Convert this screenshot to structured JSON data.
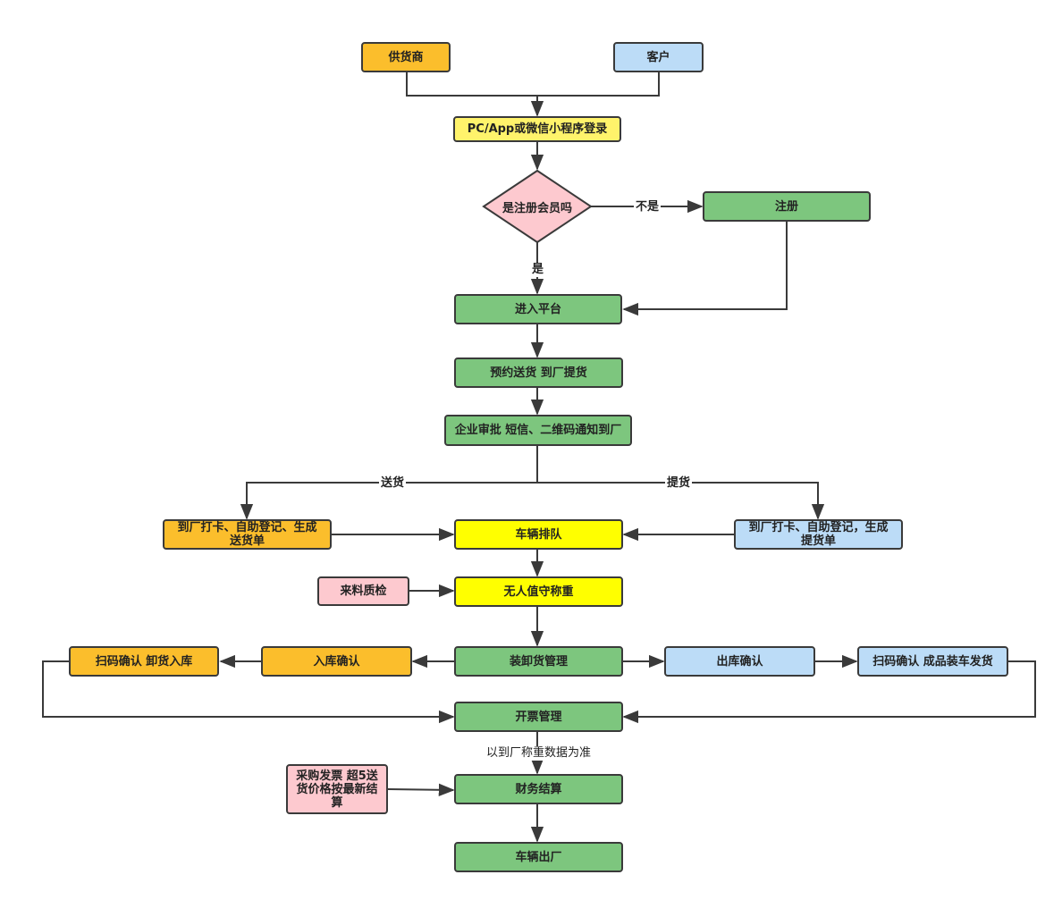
{
  "nodes": {
    "supplier": "供货商",
    "customer": "客户",
    "login": "PC/App或微信小程序登录",
    "is_member": "是注册会员吗",
    "register": "注册",
    "enter_platform": "进入平台",
    "reserve": "预约送货 到厂提货",
    "approve": "企业审批 短信、二维码通知到厂",
    "arrive_delivery": "到厂打卡、自助登记、生成送货单",
    "queue": "车辆排队",
    "arrive_pickup": "到厂打卡、自助登记，生成提货单",
    "material_qc": "来料质检",
    "weighing": "无人值守称重",
    "scan_unload": "扫码确认 卸货入库",
    "inbound_confirm": "入库确认",
    "load_unload_mgmt": "装卸货管理",
    "outbound_confirm": "出库确认",
    "scan_load": "扫码确认 成品装车发货",
    "invoice_mgmt": "开票管理",
    "purchase_invoice": "采购发票 超5送货价格按最新结算",
    "finance_settlement": "财务结算",
    "vehicle_exit": "车辆出厂"
  },
  "edge_labels": {
    "no": "不是",
    "yes": "是",
    "delivery": "送货",
    "pickup": "提货",
    "weight_basis": "以到厂称重数据为准"
  },
  "colors": {
    "orange": "#fbbe2c",
    "blue": "#bcdcf7",
    "yellow": "#fff36b",
    "bright_yellow": "#ffff00",
    "green": "#7dc67e",
    "pink": "#fdc9cf",
    "line": "#3a3a3a"
  }
}
